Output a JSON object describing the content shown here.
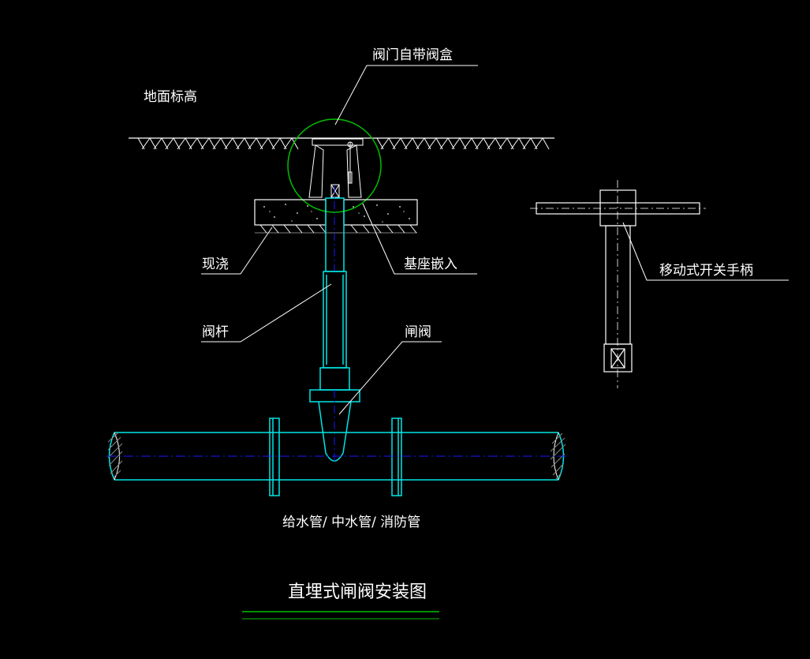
{
  "labels": {
    "valve_box": "阀门自带阀盒",
    "ground_level": "地面标高",
    "cast_in_place": "现浇",
    "base_embedded": "基座嵌入",
    "valve_stem": "阀杆",
    "gate_valve": "闸阀",
    "movable_handle": "移动式开关手柄",
    "pipe": "给水管/ 中水管/ 消防管"
  },
  "title": "直埋式闸阀安装图",
  "colors": {
    "background": "#000000",
    "cyan": "#00e5e5",
    "white": "#ffffff",
    "blue_center": "#1a1aff",
    "green": "#00c000"
  }
}
